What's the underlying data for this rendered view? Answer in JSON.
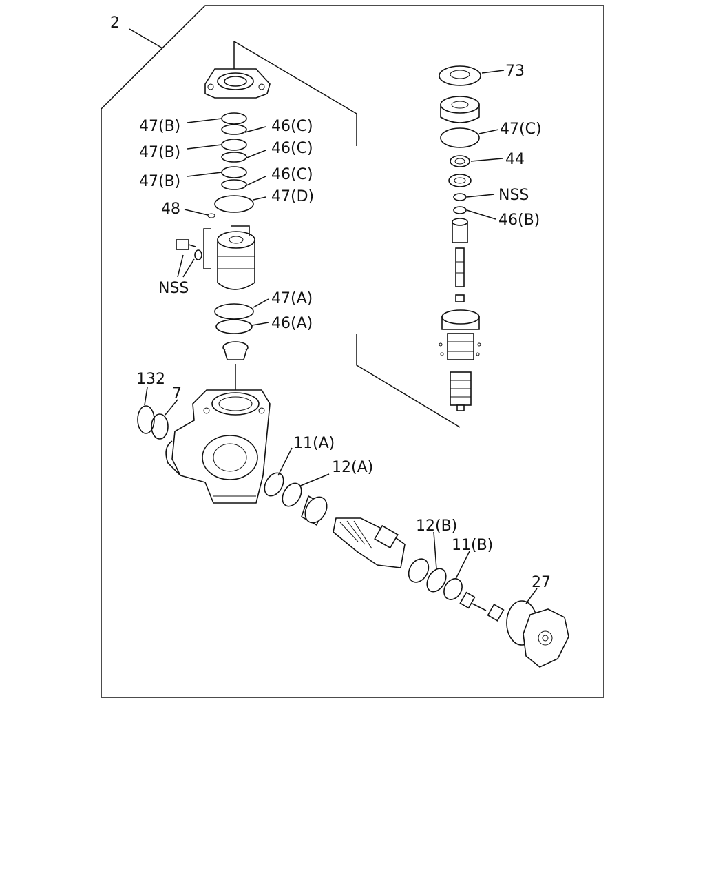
{
  "title": "",
  "labels": [
    {
      "id": "kit",
      "text": "2"
    },
    {
      "id": "o-ring-47b-1",
      "text": "47(B)"
    },
    {
      "id": "o-ring-47b-2",
      "text": "47(B)"
    },
    {
      "id": "o-ring-47b-3",
      "text": "47(B)"
    },
    {
      "id": "seal-46c-1",
      "text": "46(C)"
    },
    {
      "id": "seal-46c-2",
      "text": "46(C)"
    },
    {
      "id": "seal-46c-3",
      "text": "46(C)"
    },
    {
      "id": "o-ring-47d",
      "text": "47(D)"
    },
    {
      "id": "ring-48",
      "text": "48"
    },
    {
      "id": "nss-left",
      "text": "NSS"
    },
    {
      "id": "o-ring-47a",
      "text": "47(A)"
    },
    {
      "id": "seal-46a",
      "text": "46(A)"
    },
    {
      "id": "seal-132",
      "text": "132"
    },
    {
      "id": "ring-7",
      "text": "7"
    },
    {
      "id": "ring-11a",
      "text": "11(A)"
    },
    {
      "id": "ring-12a",
      "text": "12(A)"
    },
    {
      "id": "ring-12b",
      "text": "12(B)"
    },
    {
      "id": "ring-11b",
      "text": "11(B)"
    },
    {
      "id": "gasket-27",
      "text": "27"
    },
    {
      "id": "washer-73",
      "text": "73"
    },
    {
      "id": "o-ring-47c",
      "text": "47(C)"
    },
    {
      "id": "bearing-44",
      "text": "44"
    },
    {
      "id": "nss-right",
      "text": "NSS"
    },
    {
      "id": "seal-46b",
      "text": "46(B)"
    }
  ]
}
